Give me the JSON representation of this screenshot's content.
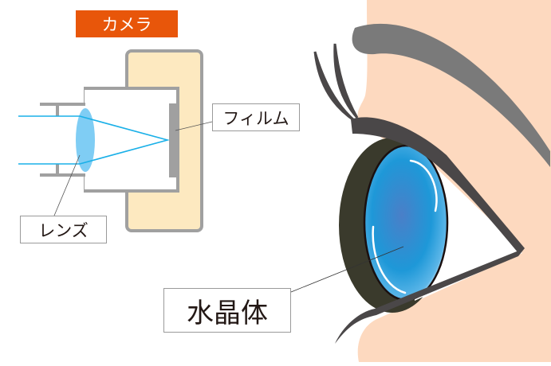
{
  "title": "カメラ",
  "labels": {
    "film": "フィルム",
    "lens": "レンズ",
    "crystalline_lens": "水晶体"
  },
  "colors": {
    "title_bg": "#e8560a",
    "camera_body": "#fde9c0",
    "lens": "#7fcdf4",
    "light_ray": "#1ab0e8",
    "skin": "#fdd9bf",
    "iris": "#2a9ad8"
  }
}
